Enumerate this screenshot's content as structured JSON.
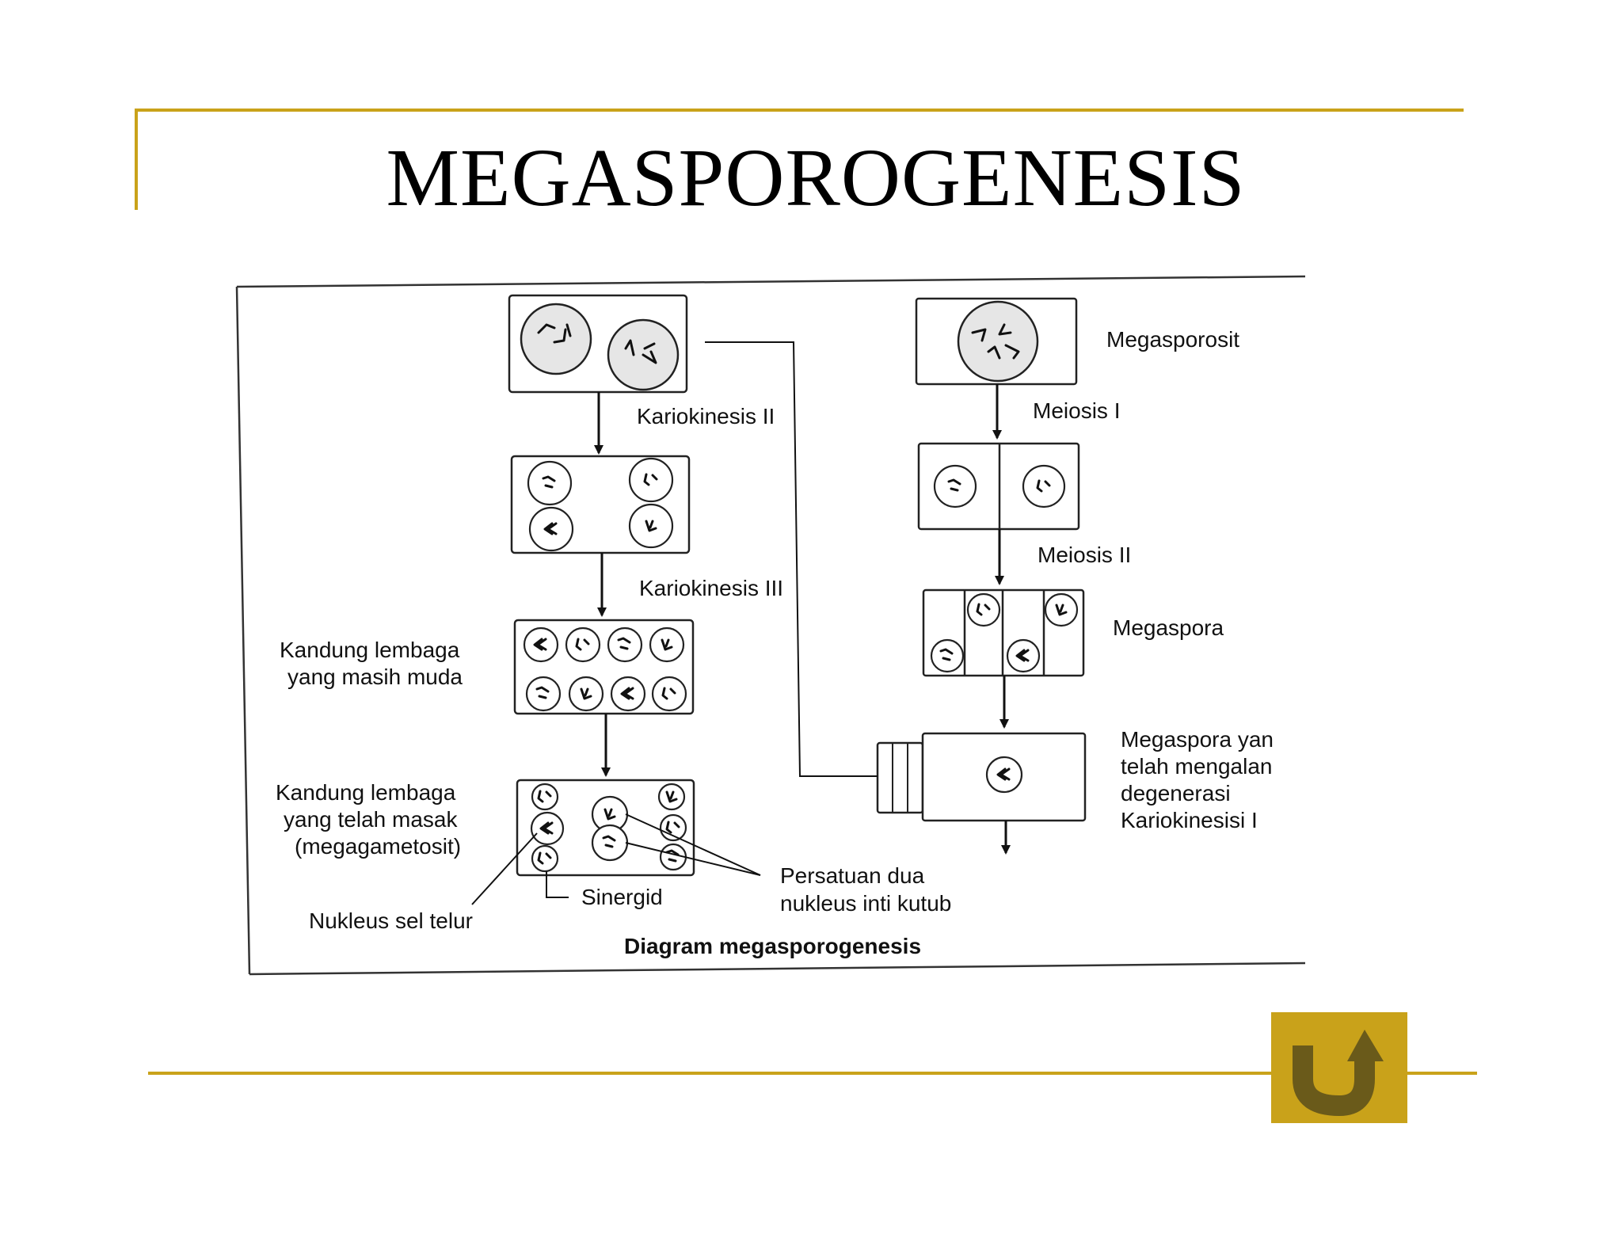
{
  "slide": {
    "title": "MEGASPOROGENESIS",
    "accent_color": "#c9a21a"
  },
  "diagram": {
    "labels": {
      "megasporosit": "Megasporosit",
      "meiosis_1": "Meiosis I",
      "meiosis_2": "Meiosis II",
      "megaspora": "Megaspora",
      "degen_1": "Megaspora yan",
      "degen_2": "telah mengalan",
      "degen_3": "degenerasi",
      "degen_4": "Kariokinesisi I",
      "kariokinesis_2": "Kariokinesis II",
      "kariokinesis_3": "Kariokinesis III",
      "young_1": "Kandung lembaga",
      "young_2": "yang masih muda",
      "mature_1": "Kandung lembaga",
      "mature_2": "yang telah masak",
      "mature_3": "(megagametosit)",
      "sinergid": "Sinergid",
      "polar_1": "Persatuan dua",
      "polar_2": "nukleus inti kutub",
      "egg": "Nukleus sel telur",
      "caption": "Diagram megasporogenesis"
    }
  },
  "navigation": {
    "back_icon": "u-turn-arrow-icon"
  }
}
